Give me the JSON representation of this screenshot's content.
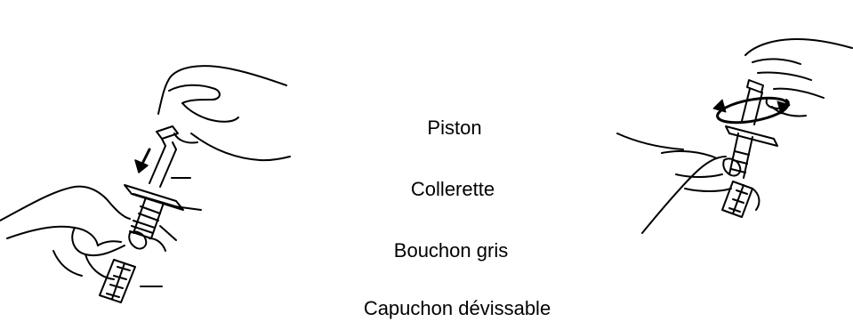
{
  "labels": {
    "piston": "Piston",
    "collerette": "Collerette",
    "bouchon_gris": "Bouchon gris",
    "capuchon": "Capuchon dévissable"
  },
  "icons": {
    "left_figure": "syringe-push-plunger-icon",
    "right_figure": "syringe-twist-plunger-icon"
  },
  "colors": {
    "ink": "#000000",
    "background": "#ffffff"
  }
}
